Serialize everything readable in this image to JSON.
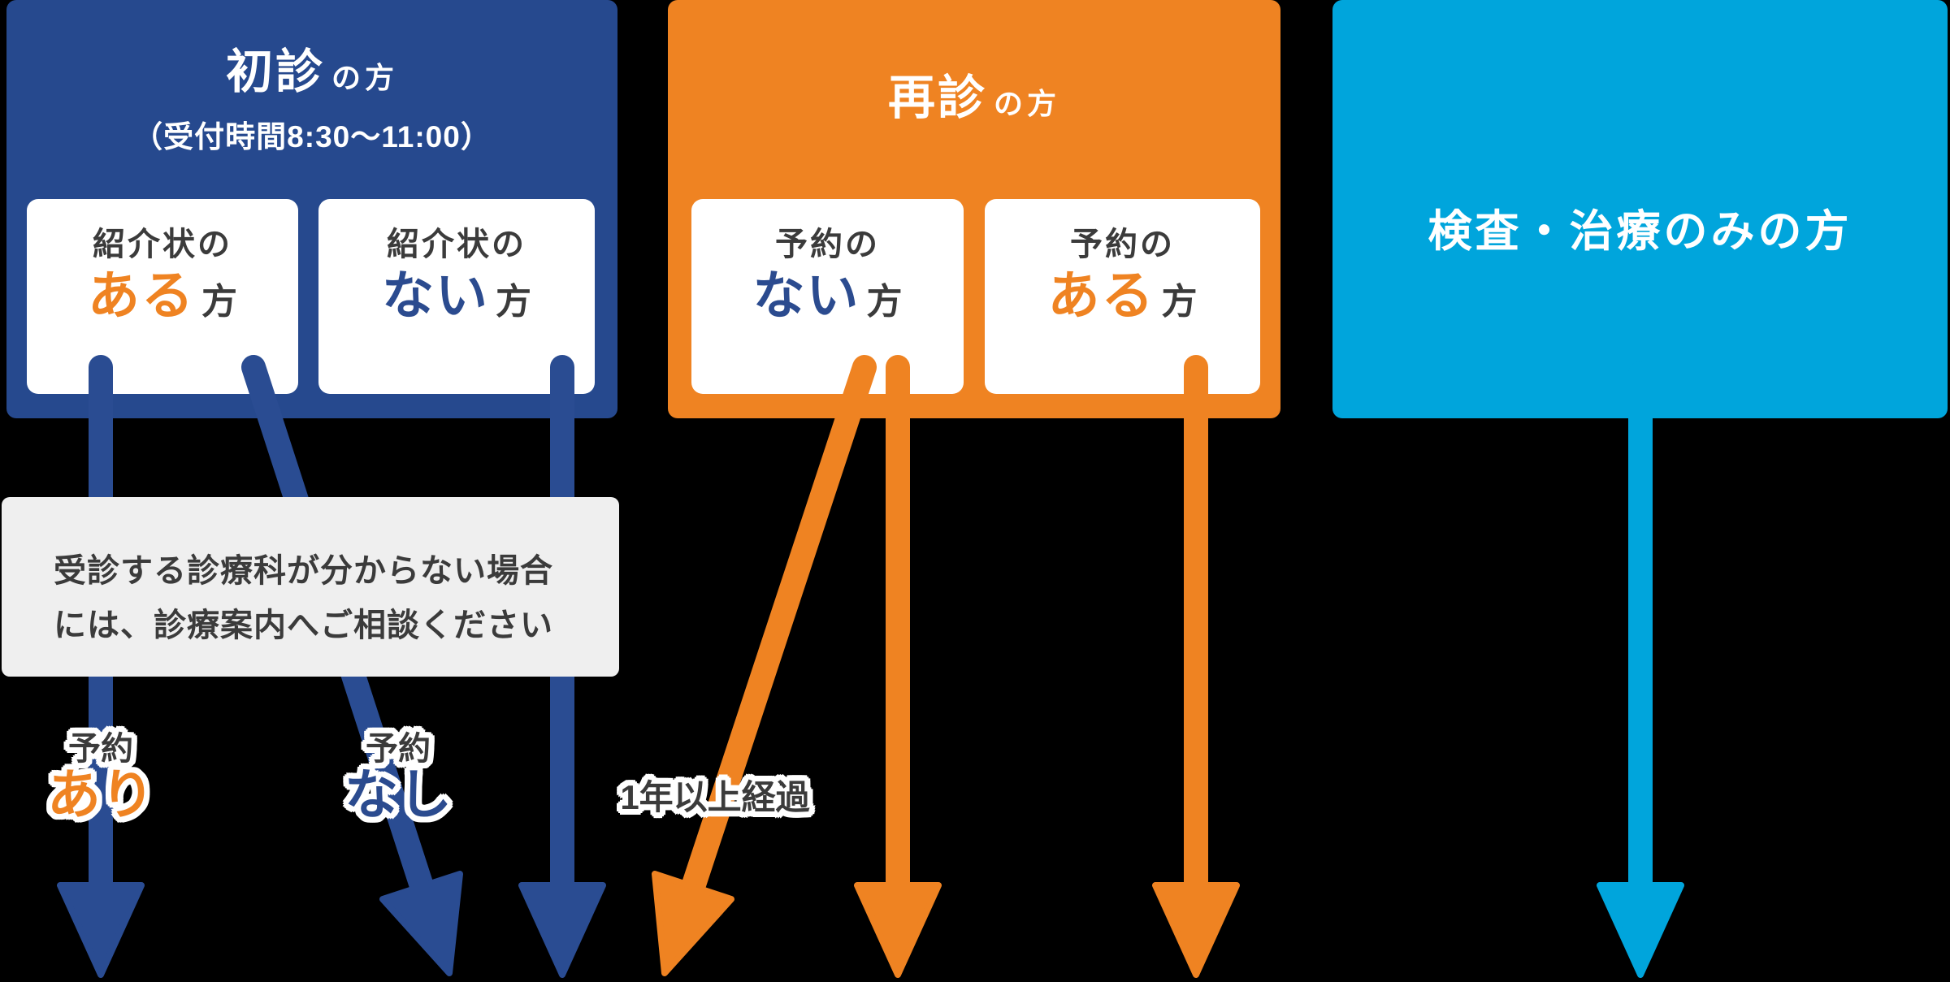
{
  "colors": {
    "background": "#000000",
    "navy_panel": "#26498e",
    "navy_arrow": "#2a4c92",
    "orange": "#ef8322",
    "cyan": "#00a5dc",
    "note_bg": "#efefef",
    "dark_text": "#3b3b3b",
    "blue_word": "#2b4b8f",
    "white": "#ffffff"
  },
  "sections": [
    {
      "id": "first-visit",
      "title": "初診",
      "title_suffix": "の方",
      "subtitle": "（受付時間8:30〜11:00）",
      "cards": [
        {
          "line1": "紹介状の",
          "word": "ある",
          "suffix": "方",
          "word_color": "orange"
        },
        {
          "line1": "紹介状の",
          "word": "ない",
          "suffix": "方",
          "word_color": "blue"
        }
      ]
    },
    {
      "id": "revisit",
      "title": "再診",
      "title_suffix": "の方",
      "cards": [
        {
          "line1": "予約の",
          "word": "ない",
          "suffix": "方",
          "word_color": "blue"
        },
        {
          "line1": "予約の",
          "word": "ある",
          "suffix": "方",
          "word_color": "orange"
        }
      ]
    },
    {
      "id": "exam-treatment-only",
      "title": "検査・治療のみの方"
    }
  ],
  "note": {
    "line1": "受診する診療科が分からない場合",
    "line2": "には、診療案内へご相談ください"
  },
  "flow_labels": {
    "reservation_yes": {
      "top": "予約",
      "main": "あり"
    },
    "reservation_no": {
      "top": "予約",
      "main": "なし"
    },
    "over_one_year": "1年以上経過"
  }
}
